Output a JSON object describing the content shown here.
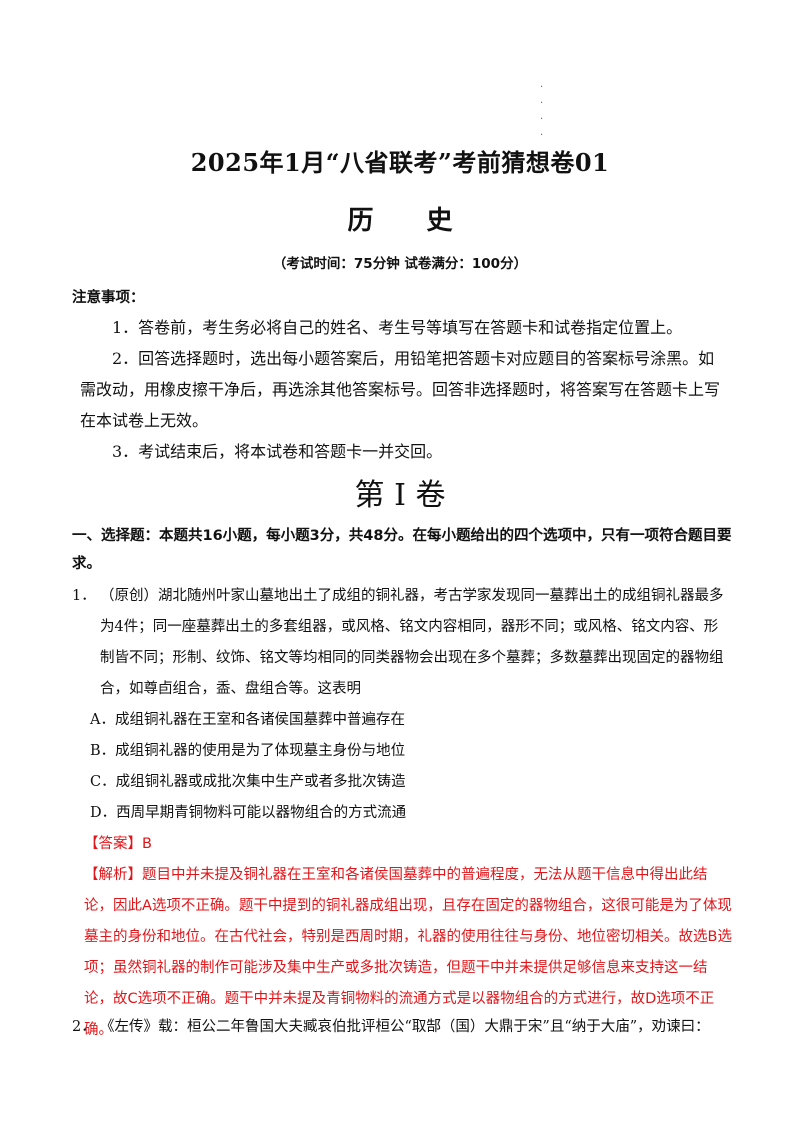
{
  "header": {
    "title": "2025年1月“八省联考”考前猜想卷01",
    "subject": "历  史",
    "time_info": "（考试时间：75分钟    试卷满分：100分）"
  },
  "notice": {
    "heading": "注意事项：",
    "items": [
      "1．答卷前，考生务必将自己的姓名、考生号等填写在答题卡和试卷指定位置上。",
      "2．回答选择题时，选出每小题答案后，用铅笔把答题卡对应题目的答案标号涂黑。如需改动，用橡皮擦干净后，再选涂其他答案标号。回答非选择题时，将答案写在答题卡上写在本试卷上无效。",
      "3．考试结束后，将本试卷和答题卡一并交回。"
    ]
  },
  "volume": "第 I 卷",
  "section": "一、选择题：本题共16小题，每小题3分，共48分。在每小题给出的四个选项中，只有一项符合题目要求。",
  "question1": {
    "number": "1．",
    "stem": "（原创）湖北随州叶家山墓地出土了成组的铜礼器，考古学家发现同一墓葬出土的成组铜礼器最多为4件；同一座墓葬出土的多套组器，或风格、铭文内容相同，器形不同；或风格、铭文内容、形制皆不同；形制、纹饰、铭文等均相同的同类器物会出现在多个墓葬；多数墓葬出现固定的器物组合，如尊卣组合，盉、盘组合等。这表明",
    "options": [
      "A．成组铜礼器在王室和各诸侯国墓葬中普遍存在",
      "B．成组铜礼器的使用是为了体现墓主身份与地位",
      "C．成组铜礼器或成批次集中生产或者多批次铸造",
      "D．西周早期青铜物料可能以器物组合的方式流通"
    ],
    "answer": "【答案】B",
    "analysis": "【解析】题目中并未提及铜礼器在王室和各诸侯国墓葬中的普遍程度，无法从题干信息中得出此结论，因此A选项不正确。题干中提到的铜礼器成组出现，且存在固定的器物组合，这很可能是为了体现墓主的身份和地位。在古代社会，特别是西周时期，礼器的使用往往与身份、地位密切相关。故选B选项；虽然铜礼器的制作可能涉及集中生产或多批次铸造，但题干中并未提供足够信息来支持这一结论，故C选项不正确。题干中并未提及青铜物料的流通方式是以器物组合的方式进行，故D选项不正确。"
  },
  "question2": {
    "number": "2．",
    "stem": "《左传》载：桓公二年鲁国大夫臧哀伯批评桓公“取郜（国）大鼎于宋”且“纳于大庙”，劝谏曰："
  },
  "colors": {
    "answer_red": "#e0161a",
    "text": "#111111"
  }
}
